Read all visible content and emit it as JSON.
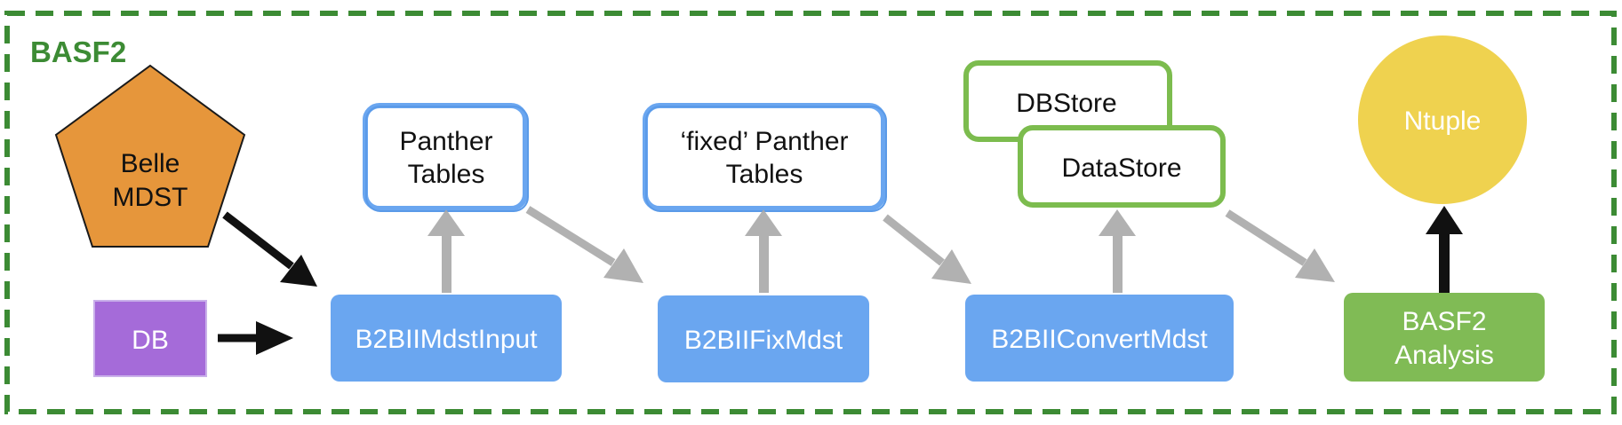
{
  "frame": {
    "title": "BASF2",
    "border_color": "#3c8b34"
  },
  "nodes": {
    "belle_mdst": {
      "lines": [
        "Belle",
        "MDST"
      ],
      "shape": "pentagon",
      "fill": "#e6963b"
    },
    "db": {
      "label": "DB",
      "fill": "#a56bd9"
    },
    "mdst_input": {
      "label": "B2BIIMdstInput",
      "fill": "#6aa6f0"
    },
    "fix_mdst": {
      "label": "B2BIIFixMdst",
      "fill": "#6aa6f0"
    },
    "convert_mdst": {
      "label": "B2BIIConvertMdst",
      "fill": "#6aa6f0"
    },
    "basf2_analysis": {
      "lines": [
        "BASF2",
        "Analysis"
      ],
      "fill": "#80bb55"
    },
    "panther_tables": {
      "lines": [
        "Panther",
        "Tables"
      ],
      "border": "#6aa6f0"
    },
    "fixed_panther_tables": {
      "lines": [
        "‘fixed’ Panther",
        "Tables"
      ],
      "border": "#6aa6f0"
    },
    "dbstore": {
      "label": "DBStore",
      "border": "#7cbc4e"
    },
    "datastore": {
      "label": "DataStore",
      "border": "#7cbc4e"
    },
    "ntuple": {
      "label": "Ntuple",
      "shape": "circle",
      "fill": "#efd24f"
    }
  },
  "edges": [
    {
      "from": "belle_mdst",
      "to": "mdst_input",
      "style": "solid-black"
    },
    {
      "from": "db",
      "to": "mdst_input",
      "style": "solid-black"
    },
    {
      "from": "mdst_input",
      "to": "panther_tables",
      "style": "gray"
    },
    {
      "from": "panther_tables",
      "to": "fix_mdst",
      "style": "gray"
    },
    {
      "from": "fix_mdst",
      "to": "fixed_panther_tables",
      "style": "gray"
    },
    {
      "from": "fixed_panther_tables",
      "to": "convert_mdst",
      "style": "gray"
    },
    {
      "from": "convert_mdst",
      "to": "datastore",
      "style": "gray"
    },
    {
      "from": "datastore",
      "to": "basf2_analysis",
      "style": "gray"
    },
    {
      "from": "basf2_analysis",
      "to": "ntuple",
      "style": "solid-black"
    }
  ]
}
